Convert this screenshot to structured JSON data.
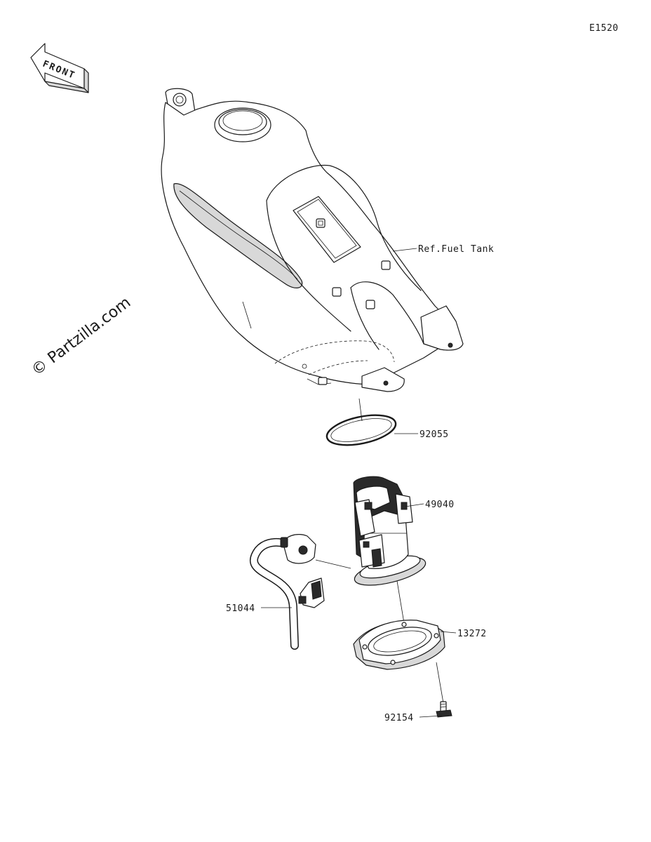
{
  "page": {
    "diagram_code": "E1520",
    "watermark": "© Partzilla.com",
    "front_label": "FRONT"
  },
  "callouts": {
    "fuel_tank": "Ref.Fuel Tank",
    "oring": "92055",
    "fuel_pump": "49040",
    "hose": "51044",
    "gasket": "13272",
    "bolt": "92154"
  }
}
